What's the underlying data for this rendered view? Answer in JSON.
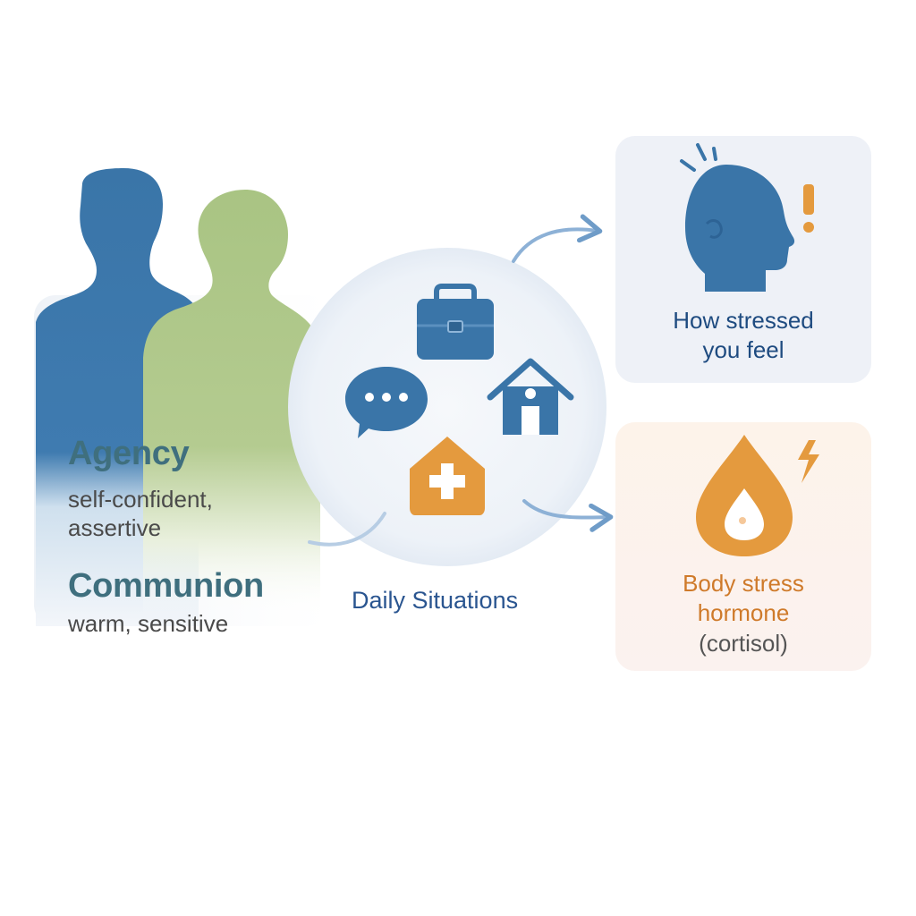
{
  "traits": {
    "agency": {
      "title": "Agency",
      "desc_line1": "self-confident,",
      "desc_line2": "assertive"
    },
    "communion": {
      "title": "Communion",
      "desc": "warm, sensitive"
    }
  },
  "situations": {
    "label": "Daily Situations",
    "icons": [
      "briefcase-icon",
      "speech-bubble-icon",
      "house-icon",
      "medical-cross-icon"
    ]
  },
  "outcomes": {
    "felt": {
      "line1": "How stressed",
      "line2": "you feel",
      "icon": "head-alert-icon"
    },
    "cortisol": {
      "line1": "Body stress",
      "line2": "hormone",
      "line3": "(cortisol)",
      "icon": "droplet-icon"
    }
  },
  "colors": {
    "blue": "#3a75a8",
    "green": "#a9c483",
    "orange": "#e49a3e",
    "accent_text": "#3f6f7e",
    "label_blue": "#2a5590"
  }
}
